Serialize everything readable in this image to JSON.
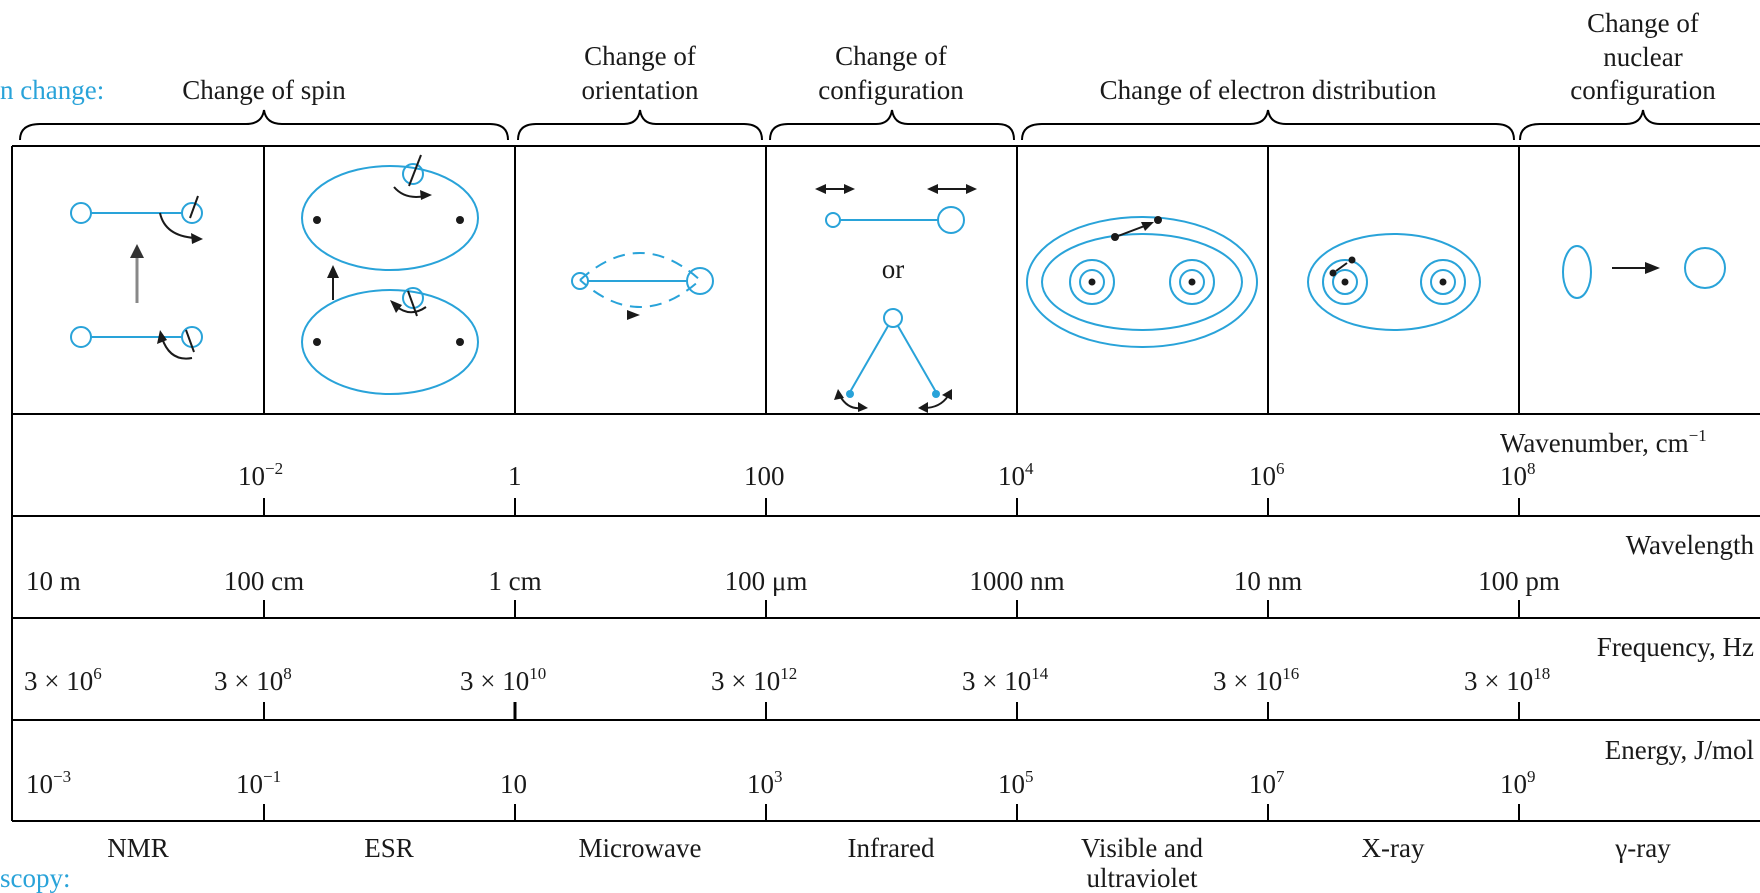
{
  "left_labels": {
    "top_partial": "n change:",
    "bottom_partial": "scopy:"
  },
  "headers": {
    "spin": "Change of spin",
    "orientation": [
      "Change of",
      "orientation"
    ],
    "configuration": [
      "Change of",
      "configuration"
    ],
    "electron": "Change of electron distribution",
    "nuclear": [
      "Change of",
      "nuclear",
      "configuration"
    ]
  },
  "illustration_text": {
    "or": "or"
  },
  "rows": {
    "wavenumber": {
      "label": "Wavenumber, cm",
      "label_sup": "−1",
      "ticks": [
        {
          "base": "10",
          "sup": "−2"
        },
        {
          "base": "1",
          "sup": ""
        },
        {
          "base": "100",
          "sup": ""
        },
        {
          "base": "10",
          "sup": "4"
        },
        {
          "base": "10",
          "sup": "6"
        },
        {
          "base": "10",
          "sup": "8"
        }
      ]
    },
    "wavelength": {
      "label": "Wavelength",
      "ticks": [
        "10 m",
        "100 cm",
        "1 cm",
        "100 μm",
        "1000 nm",
        "10 nm",
        "100 pm"
      ]
    },
    "frequency": {
      "label": "Frequency, Hz",
      "ticks": [
        {
          "base": "3 × 10",
          "sup": "6"
        },
        {
          "base": "3 × 10",
          "sup": "8"
        },
        {
          "base": "3 × 10",
          "sup": "10"
        },
        {
          "base": "3 × 10",
          "sup": "12"
        },
        {
          "base": "3 × 10",
          "sup": "14"
        },
        {
          "base": "3 × 10",
          "sup": "16"
        },
        {
          "base": "3 × 10",
          "sup": "18"
        }
      ]
    },
    "energy": {
      "label": "Energy, J/mol",
      "ticks": [
        {
          "base": "10",
          "sup": "−3"
        },
        {
          "base": "10",
          "sup": "−1"
        },
        {
          "base": "10",
          "sup": ""
        },
        {
          "base": "10",
          "sup": "3"
        },
        {
          "base": "10",
          "sup": "5"
        },
        {
          "base": "10",
          "sup": "7"
        },
        {
          "base": "10",
          "sup": "9"
        }
      ]
    }
  },
  "spectroscopy": [
    "NMR",
    "ESR",
    "Microwave",
    "Infrared",
    [
      "Visible and",
      "ultraviolet"
    ],
    "X-ray",
    "γ-ray"
  ],
  "colors": {
    "accent": "#29a3d9",
    "ink": "#1a1a1a"
  }
}
